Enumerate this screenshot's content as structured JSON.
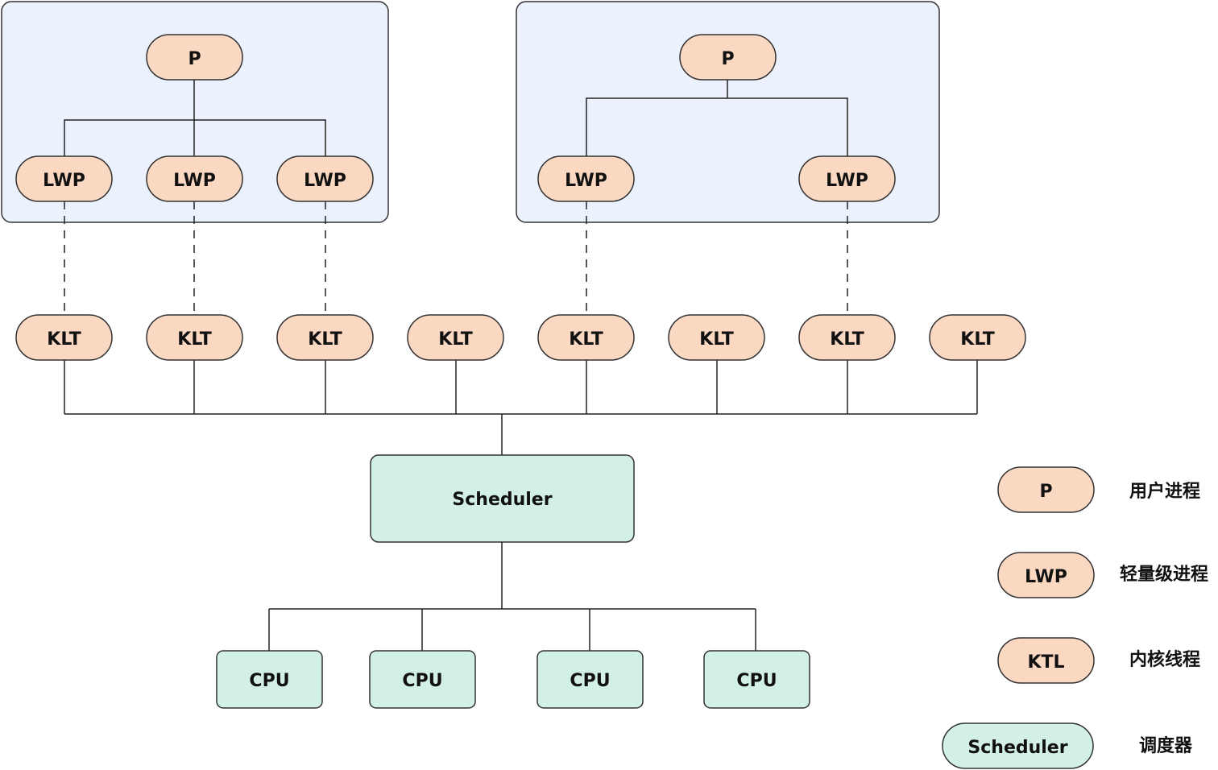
{
  "nodes": {
    "p1": "P",
    "p2": "P",
    "lwp1": "LWP",
    "lwp2": "LWP",
    "lwp3": "LWP",
    "lwp4": "LWP",
    "lwp5": "LWP",
    "klt1": "KLT",
    "klt2": "KLT",
    "klt3": "KLT",
    "klt4": "KLT",
    "klt5": "KLT",
    "klt6": "KLT",
    "klt7": "KLT",
    "klt8": "KLT",
    "scheduler": "Scheduler",
    "cpu1": "CPU",
    "cpu2": "CPU",
    "cpu3": "CPU",
    "cpu4": "CPU"
  },
  "legend": [
    {
      "key": "P",
      "desc": "用户进程"
    },
    {
      "key": "LWP",
      "desc": "轻量级进程"
    },
    {
      "key": "KTL",
      "desc": "内核线程"
    },
    {
      "key": "Scheduler",
      "desc": "调度器"
    }
  ],
  "colors": {
    "process_group_fill": "#ebf1fd",
    "process_group_stroke": "#333333",
    "pill_fill": "#fbd8c2",
    "pill_stroke": "#333333",
    "scheduler_fill": "#d2efe8",
    "line": "#222222"
  }
}
